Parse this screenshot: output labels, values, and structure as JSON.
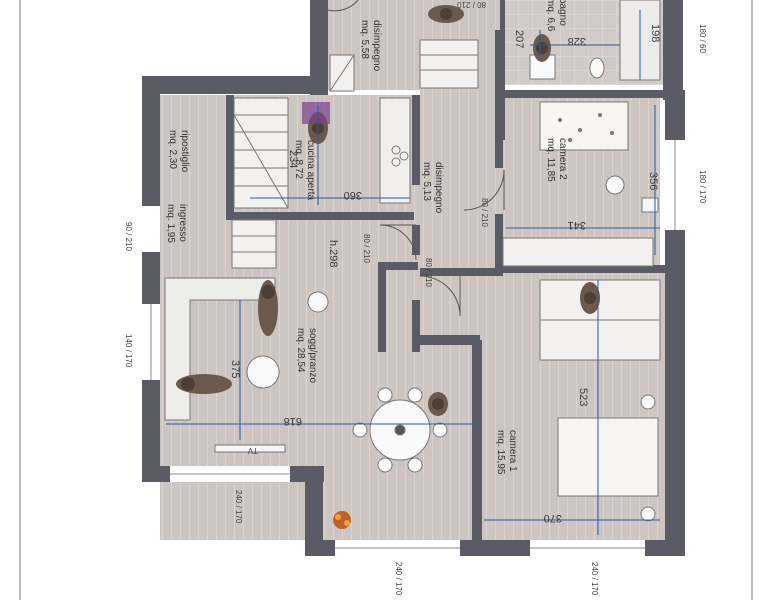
{
  "plan": {
    "colors": {
      "wall": "#5b5b66",
      "floor": "#ccc5c1",
      "floor_line": "#e9e4e1",
      "dim_line": "#2a5aa8",
      "window": "#ffffff",
      "furniture": "#6b5a4c"
    },
    "rooms": [
      {
        "id": "disimpegno-top",
        "name": "disimpegno",
        "area": "mq. 5,58"
      },
      {
        "id": "bagno",
        "name": "bagno",
        "area": "mq. 6,6"
      },
      {
        "id": "ripostiglio",
        "name": "ripostiglio",
        "area": "mq. 2,30"
      },
      {
        "id": "cucina",
        "name": "cucina aperta",
        "area": "mq. 8,72"
      },
      {
        "id": "disimpegno-mid",
        "name": "disimpegno",
        "area": "mq. 5,13"
      },
      {
        "id": "camera2",
        "name": "camera 2",
        "area": "mq. 11,85"
      },
      {
        "id": "ingresso",
        "name": "ingresso",
        "area": "mq. 1,95"
      },
      {
        "id": "soggiorno",
        "name": "sogg/pranzo",
        "area": "mq. 28,54"
      },
      {
        "id": "camera1",
        "name": "camera 1",
        "area": "mq. 15,95"
      }
    ],
    "dimensions": {
      "d207": "207",
      "d328": "328",
      "d198": "198",
      "d234": "234",
      "d360": "360",
      "d356": "356",
      "d341": "341",
      "d298": "h.298",
      "d375": "375",
      "d618": "618",
      "d523": "523",
      "d370": "370"
    },
    "openings": {
      "o_top": "80 / 210",
      "o_bagno": "180 / 60",
      "o_c2": "180 / 170",
      "o_c2_door": "80 / 210",
      "o_ingresso": "90 / 210",
      "o_cucina": "80 / 210",
      "o_dis": "80 / 210",
      "o_sogg_left": "140 / 170",
      "o_b1": "240 / 170",
      "o_b2": "240 / 170",
      "o_b3": "240 / 170"
    },
    "tv": "TV"
  }
}
